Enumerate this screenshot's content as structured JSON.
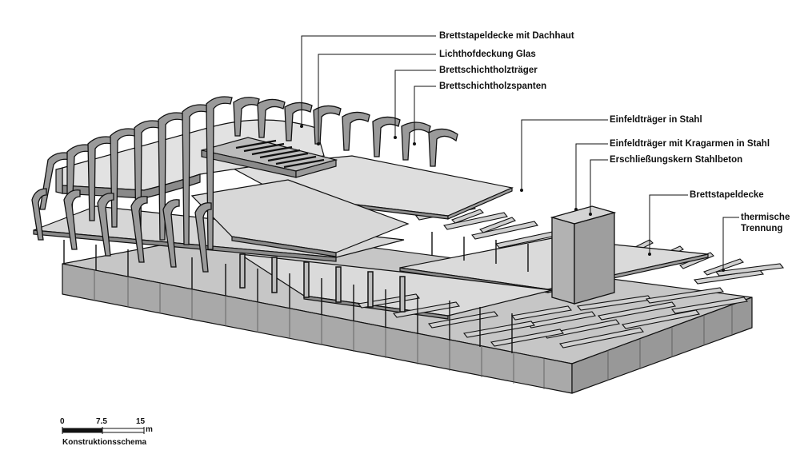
{
  "labels": {
    "brettstapeldecke_dachhaut": "Brettstapeldecke mit Dachhaut",
    "lichthofdeckung": "Lichthofdeckung Glas",
    "brettschichtholztraeger": "Brettschichtholzträger",
    "brettschichtholzspanten": "Brettschichtholzspanten",
    "einfeldtraeger": "Einfeldträger in Stahl",
    "einfeldtraeger_kragarme": "Einfeldträger mit Kragarmen in Stahl",
    "erschliessungskern": "Erschließungskern Stahlbeton",
    "brettstapeldecke": "Brettstapeldecke",
    "thermische_line1": "thermische",
    "thermische_line2": "Trennung"
  },
  "scale": {
    "tick_0": "0",
    "tick_mid": "7.5",
    "tick_end": "15",
    "unit": "m",
    "caption": "Konstruktionsschema"
  },
  "colors": {
    "slab_fill": "#dcdcdc",
    "base_top": "#c8c8c8",
    "base_side": "#a8a8a8",
    "line": "#111111",
    "core": "#bfbfbf"
  }
}
